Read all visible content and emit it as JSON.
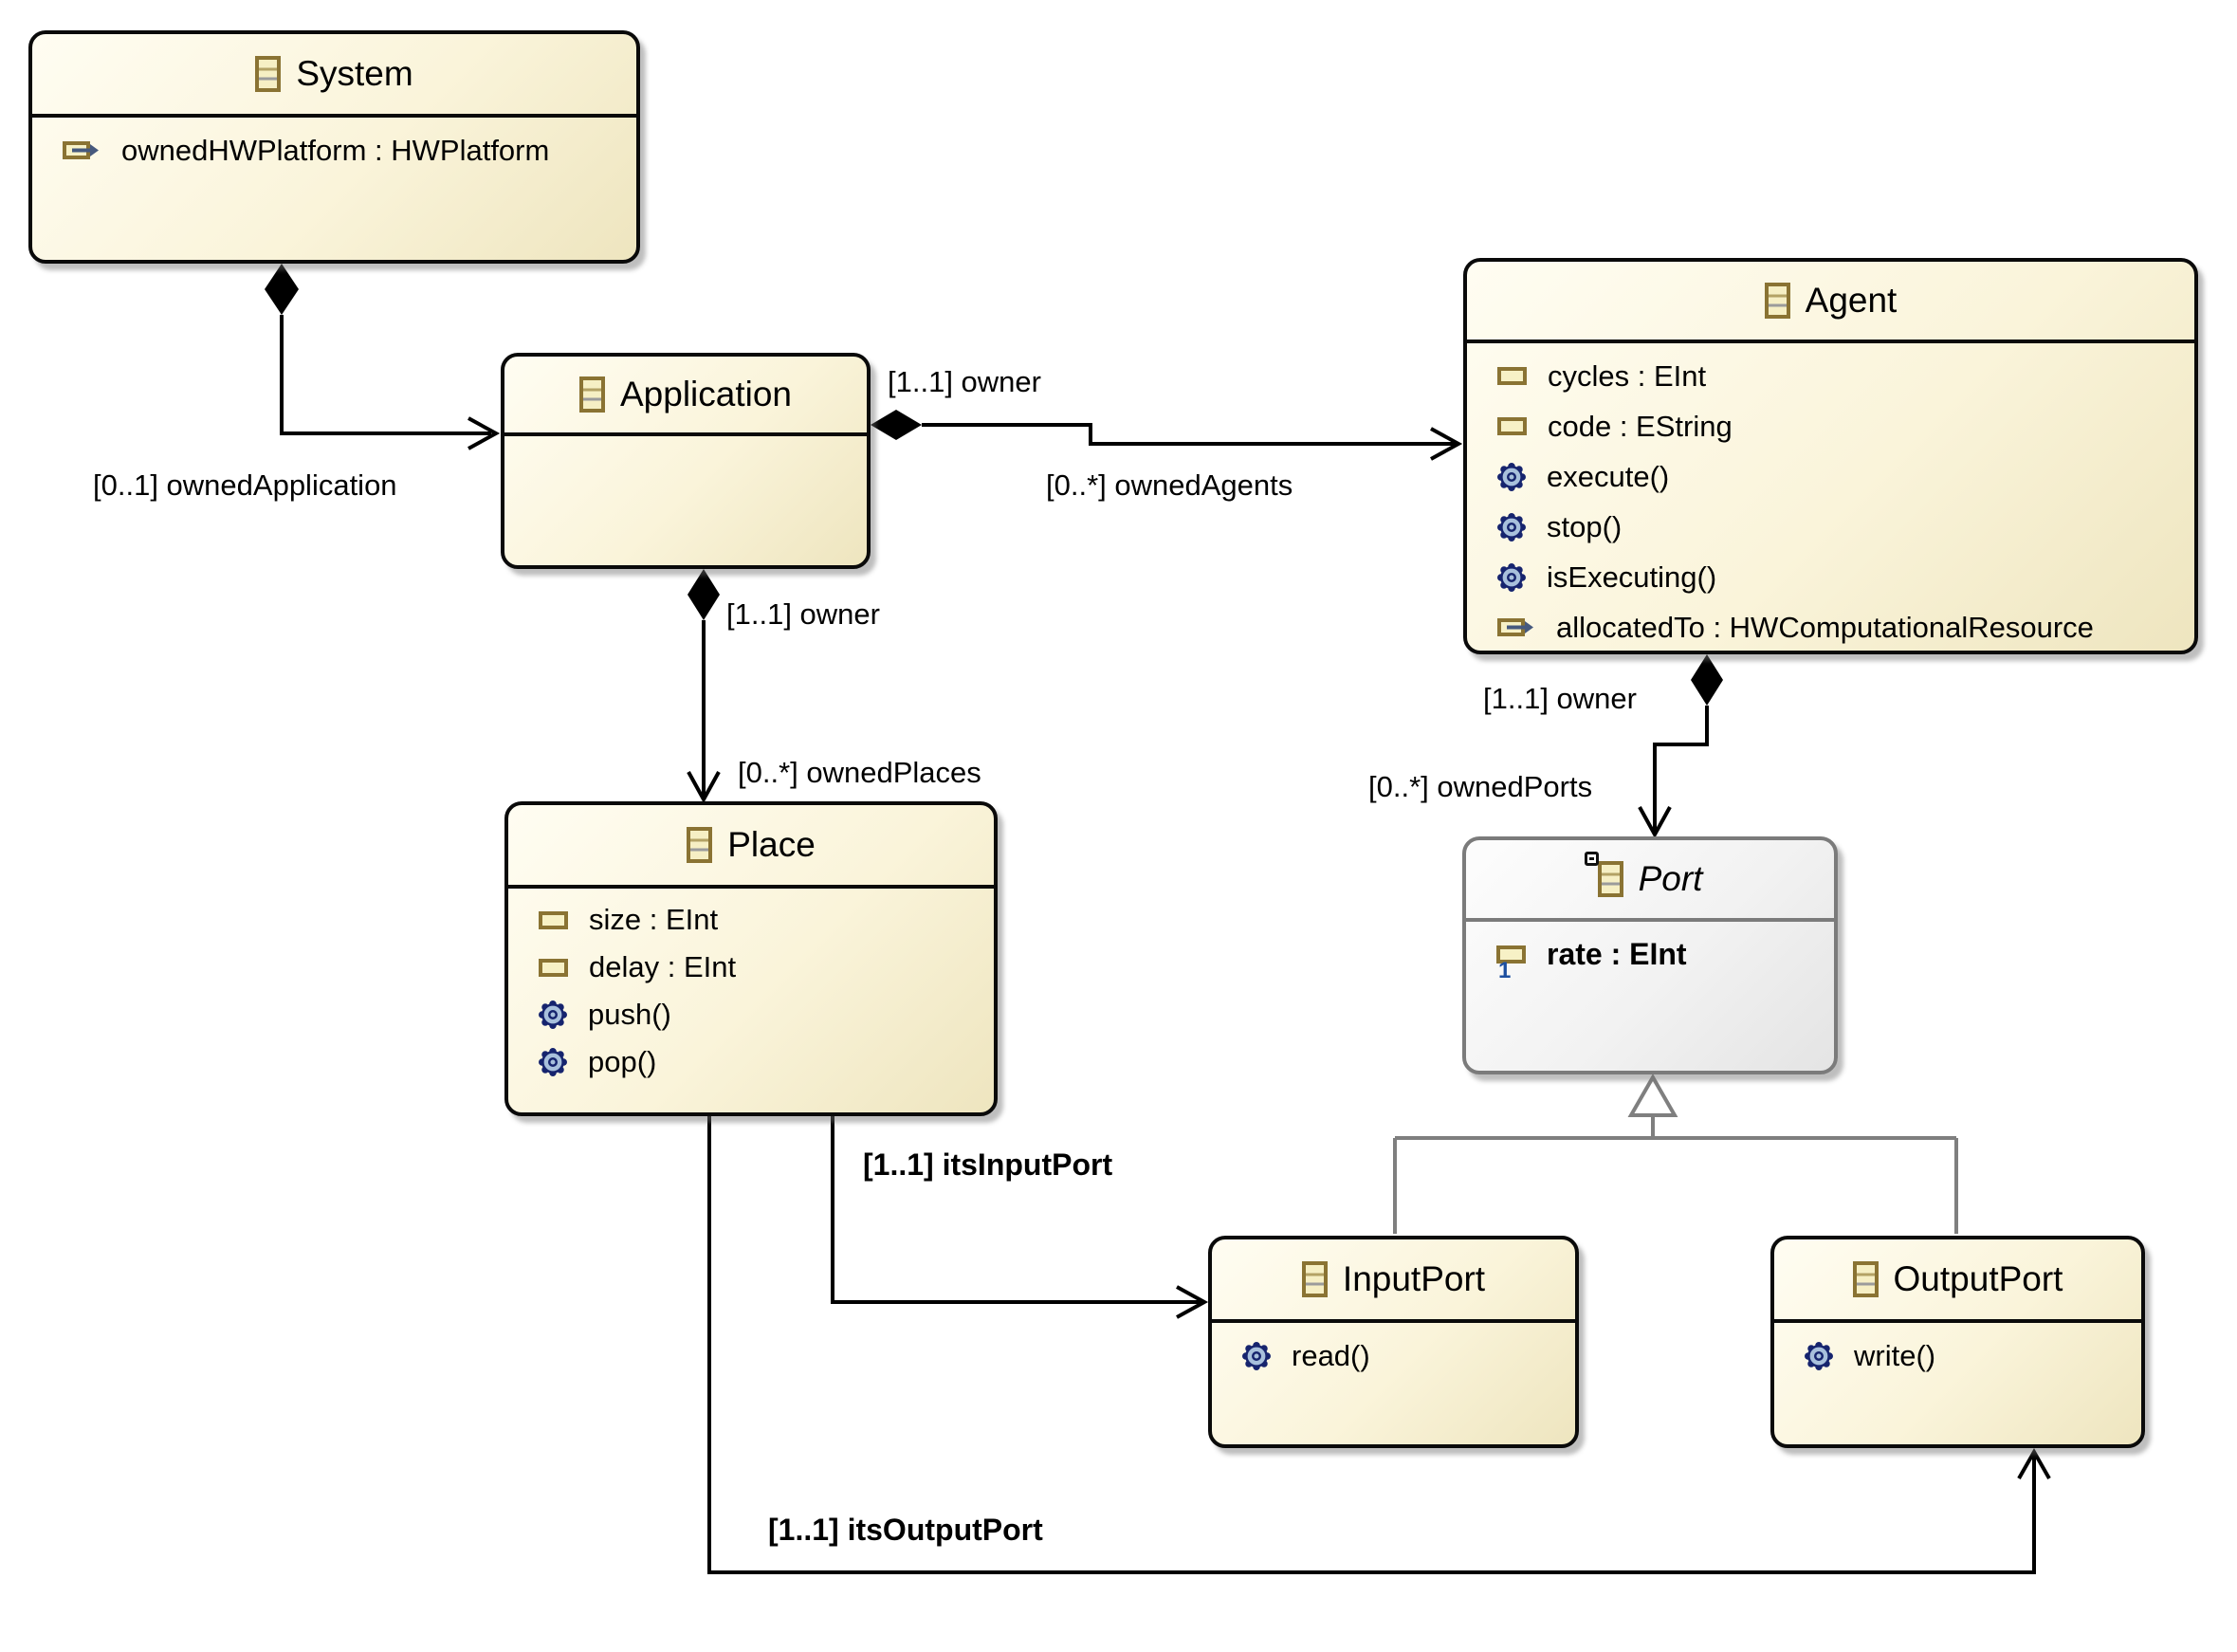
{
  "diagram": {
    "classes": [
      {
        "name": "System",
        "abstract": false,
        "members": [
          {
            "kind": "reference",
            "label": "ownedHWPlatform : HWPlatform"
          }
        ]
      },
      {
        "name": "Application",
        "abstract": false,
        "members": []
      },
      {
        "name": "Agent",
        "abstract": false,
        "members": [
          {
            "kind": "attribute",
            "label": "cycles : EInt"
          },
          {
            "kind": "attribute",
            "label": "code : EString"
          },
          {
            "kind": "operation",
            "label": "execute()"
          },
          {
            "kind": "operation",
            "label": "stop()"
          },
          {
            "kind": "operation",
            "label": "isExecuting()"
          },
          {
            "kind": "reference",
            "label": "allocatedTo : HWComputationalResource"
          }
        ]
      },
      {
        "name": "Place",
        "abstract": false,
        "members": [
          {
            "kind": "attribute",
            "label": "size : EInt"
          },
          {
            "kind": "attribute",
            "label": "delay : EInt"
          },
          {
            "kind": "operation",
            "label": "push()"
          },
          {
            "kind": "operation",
            "label": "pop()"
          }
        ]
      },
      {
        "name": "Port",
        "abstract": true,
        "members": [
          {
            "kind": "attribute-required",
            "label": "rate : EInt"
          }
        ]
      },
      {
        "name": "InputPort",
        "abstract": false,
        "members": [
          {
            "kind": "operation",
            "label": "read()"
          }
        ]
      },
      {
        "name": "OutputPort",
        "abstract": false,
        "members": [
          {
            "kind": "operation",
            "label": "write()"
          }
        ]
      }
    ],
    "edges": {
      "system_application": {
        "type": "composition",
        "target_label": "[0..1] ownedApplication"
      },
      "application_agent": {
        "type": "composition",
        "source_label": "[1..1] owner",
        "target_label": "[0..*] ownedAgents"
      },
      "application_place": {
        "type": "composition",
        "source_label": "[1..1] owner",
        "target_label": "[0..*] ownedPlaces"
      },
      "agent_port": {
        "type": "composition",
        "source_label": "[1..1] owner",
        "target_label": "[0..*] ownedPorts"
      },
      "place_inputport": {
        "type": "reference",
        "target_label": "[1..1] itsInputPort"
      },
      "place_outputport": {
        "type": "reference",
        "target_label": "[1..1] itsOutputPort"
      },
      "inputport_port": {
        "type": "generalization"
      },
      "outputport_port": {
        "type": "generalization"
      }
    },
    "colors": {
      "class_border": "#0a0a0a",
      "class_fill_light": "#fffdf2",
      "class_fill_dark": "#eee5bf",
      "abstract_border": "#7b7b7b",
      "edge": "#000000",
      "generalization": "#7f7f7f",
      "icon_tan_border": "#8a7333",
      "icon_tan_fill": "#f7f1c6",
      "icon_operation_blue": "#16246e",
      "icon_reference_arrow": "#46597e",
      "required_one_blue": "#1c4fa0"
    }
  }
}
